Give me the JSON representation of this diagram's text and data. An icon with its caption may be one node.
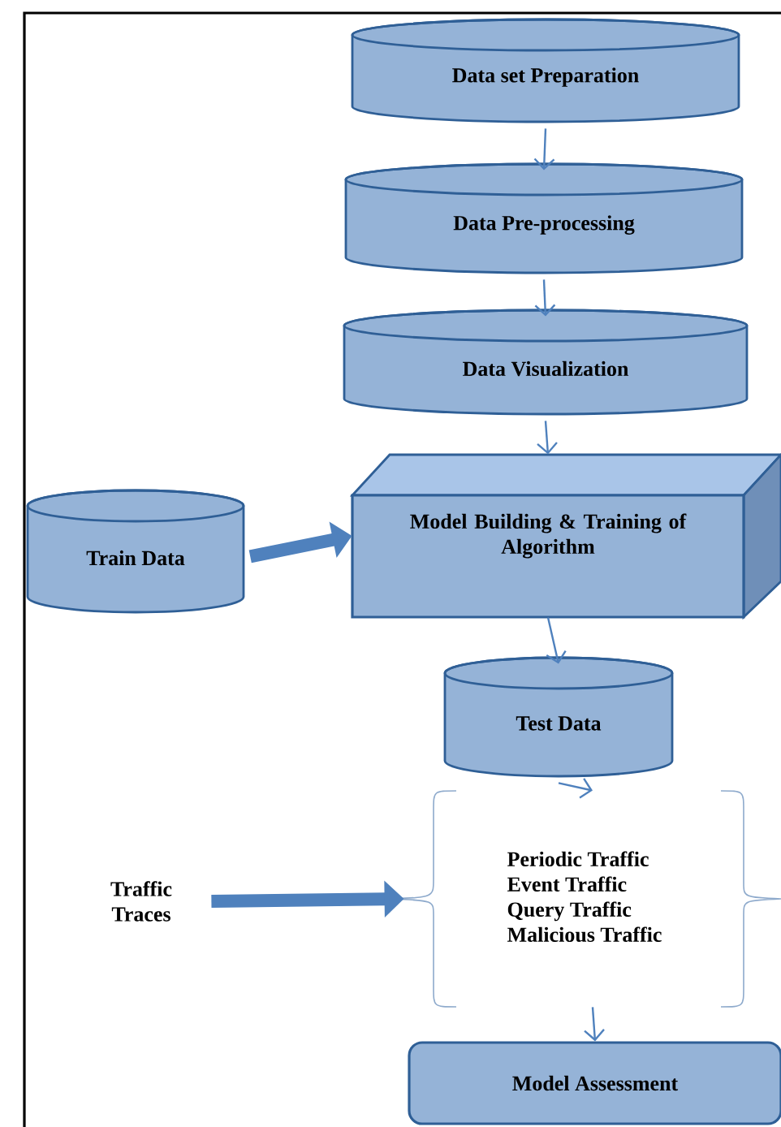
{
  "diagram": {
    "nodes": [
      {
        "text": [
          "Data set Preparation"
        ]
      },
      {
        "text": [
          "Data Pre-processing"
        ]
      },
      {
        "text": [
          "Data Visualization"
        ]
      },
      {
        "text": [
          "Train Data"
        ]
      },
      {
        "text": [
          "Model Building & Training of Algorithm"
        ]
      },
      {
        "text": [
          "Test Data"
        ]
      },
      {
        "text": [
          "Traffic Traces"
        ]
      },
      {
        "text": [
          "Periodic Traffic",
          "Event Traffic",
          "Query Traffic",
          "Malicious Traffic"
        ]
      },
      {
        "text": [
          "Model Assessment"
        ]
      }
    ],
    "edges": [
      {
        "from": 0,
        "to": 1,
        "arrow": "to"
      },
      {
        "from": 1,
        "to": 2,
        "arrow": "to"
      },
      {
        "from": 2,
        "to": 4,
        "arrow": "to"
      },
      {
        "from": 3,
        "to": 4,
        "arrow": "to",
        "style": "thick"
      },
      {
        "from": 4,
        "to": 5,
        "arrow": "to"
      },
      {
        "from": 5,
        "to": 7,
        "arrow": "to"
      },
      {
        "from": 6,
        "to": 7,
        "arrow": "to",
        "style": "thick"
      },
      {
        "from": 7,
        "to": 8,
        "arrow": "to"
      }
    ]
  }
}
